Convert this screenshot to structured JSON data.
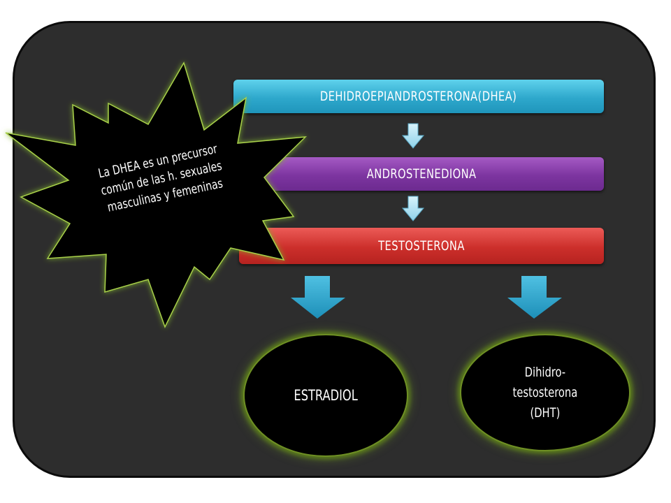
{
  "flow": {
    "step1": "DEHIDROEPIANDROSTERONA(DHEA)",
    "step2": "ANDROSTENEDIONA",
    "step3": "TESTOSTERONA"
  },
  "products": {
    "left": "ESTRADIOL",
    "right_lines": [
      "Dihidro-",
      "testosterona",
      "(DHT)"
    ]
  },
  "callout": {
    "lines": [
      "La DHEA es un precursor",
      "común de las h. sexuales",
      "masculinas y femeninas"
    ]
  },
  "colors": {
    "panel": "#2d2d2d",
    "dhea": "#2ea8cc",
    "andro": "#7d35a0",
    "testo": "#cc2f2b",
    "arrow": "#35a9d1",
    "glow": "#6e8f24"
  }
}
